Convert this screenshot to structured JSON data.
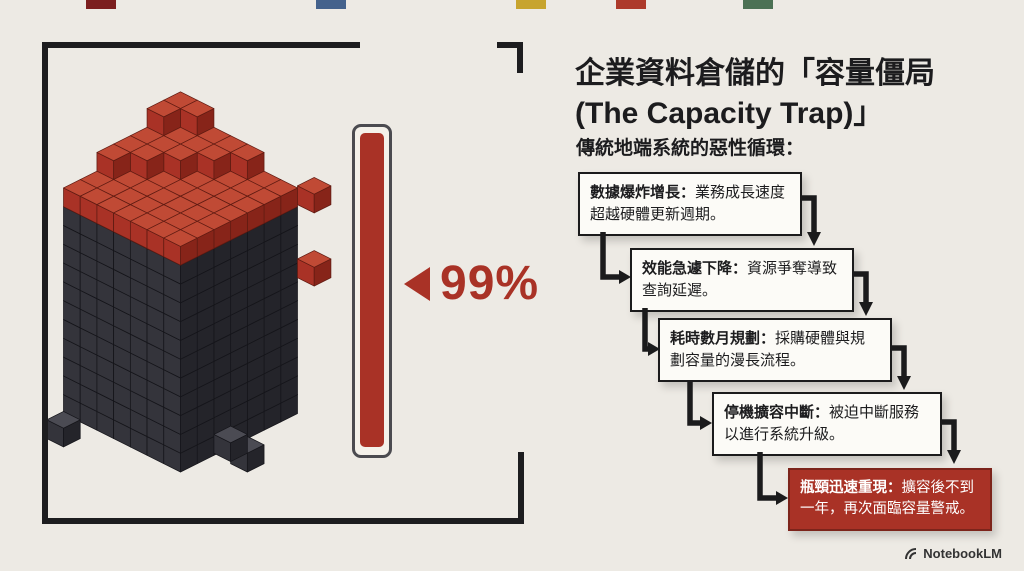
{
  "header": {
    "title": "企業資料倉儲的「容量僵局\n(The Capacity Trap)」"
  },
  "flow": {
    "subtitle": "傳統地端系統的惡性循環：",
    "steps": [
      {
        "lead": "數據爆炸增長：",
        "text": "業務成長速度超越硬體更新週期。"
      },
      {
        "lead": "效能急遽下降：",
        "text": "資源爭奪導致查詢延遲。"
      },
      {
        "lead": "耗時數月規劃：",
        "text": "採購硬體與規劃容量的漫長流程。"
      },
      {
        "lead": "停機擴容中斷：",
        "text": "被迫中斷服務以進行系統升級。"
      }
    ],
    "final": {
      "lead": "瓶頸迅速重現：",
      "text": "擴容後不到一年，再次面臨容量警戒。"
    }
  },
  "gauge": {
    "value_label": "99%"
  },
  "footer": {
    "brand": "NotebookLM"
  },
  "top_strip": {
    "segments": [
      {
        "color": "#7c1f1f"
      },
      {
        "color": "#44628c"
      },
      {
        "color": "#c7a42e"
      },
      {
        "color": "#ad3a2b"
      },
      {
        "color": "#4c7154"
      }
    ]
  },
  "colors": {
    "background": "#edeae4",
    "ink": "#1c1c1e",
    "accent_red": "#a93226",
    "box_bg": "#fcfbf7",
    "cube_dark_top": "#4b4b53",
    "cube_dark_left": "#34343b",
    "cube_dark_right": "#24242a",
    "cube_red_top": "#c04a35",
    "cube_red_left": "#a93226",
    "cube_red_right": "#872419"
  }
}
